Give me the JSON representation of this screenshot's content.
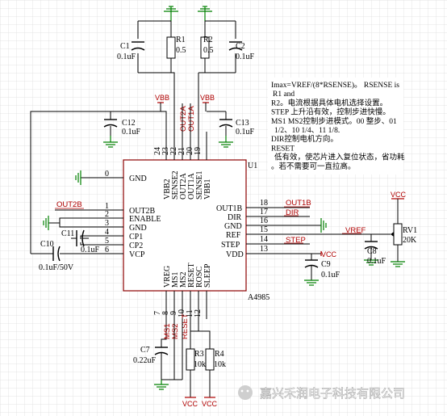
{
  "chip": {
    "ref": "U1",
    "part": "A4985"
  },
  "top_caps": {
    "c1": [
      "C1",
      "0.1uF"
    ],
    "c2": [
      "C2",
      "0.1uF"
    ],
    "r1": [
      "R1",
      "0.5"
    ],
    "r2": [
      "R2",
      "0.5"
    ]
  },
  "caps_mid": {
    "c12": [
      "C12",
      "0.1uF"
    ],
    "c13": [
      "C13",
      "0.1uF"
    ]
  },
  "nets": {
    "vbb": "VBB",
    "out2a": "OUT2A",
    "out1a": "OUT1A",
    "out2b": "OUT2B",
    "out1b": "OUT1B",
    "dir": "DIR",
    "step": "STEP",
    "vref": "VREF",
    "ms1": "MS1",
    "ms2": "MS2",
    "reset": "RESET",
    "vcc": "VCC"
  },
  "left_pins": [
    {
      "num": "0",
      "name": "GND"
    },
    {
      "num": "1",
      "name": "OUT2B"
    },
    {
      "num": "2",
      "name": "ENABLE"
    },
    {
      "num": "3",
      "name": "GND"
    },
    {
      "num": "4",
      "name": "CP1"
    },
    {
      "num": "5",
      "name": "CP2"
    },
    {
      "num": "6",
      "name": "VCP"
    }
  ],
  "right_pins": [
    {
      "num": "18",
      "name": "OUT1B"
    },
    {
      "num": "17",
      "name": "DIR"
    },
    {
      "num": "16",
      "name": "GND"
    },
    {
      "num": "15",
      "name": "REF"
    },
    {
      "num": "14",
      "name": "STEP"
    },
    {
      "num": "13",
      "name": "VDD"
    }
  ],
  "top_pins": [
    {
      "num": "24",
      "name": "VBB2"
    },
    {
      "num": "23",
      "name": "SENSE2"
    },
    {
      "num": "22",
      "name": "OUT2A"
    },
    {
      "num": "21",
      "name": "OUT1A"
    },
    {
      "num": "20",
      "name": "SENSE1"
    },
    {
      "num": "19",
      "name": "VBB1"
    }
  ],
  "bottom_pins": [
    {
      "num": "7",
      "name": "VREG"
    },
    {
      "num": "8",
      "name": "MS1"
    },
    {
      "num": "9",
      "name": "MS2"
    },
    {
      "num": "10",
      "name": "RESET"
    },
    {
      "num": "11",
      "name": "ROSC"
    },
    {
      "num": "12",
      "name": "SLEEP"
    }
  ],
  "left_parts": {
    "c10": [
      "C10",
      "0.1uF/50V"
    ],
    "c11": [
      "C11",
      "0.1uF"
    ]
  },
  "right_parts": {
    "rv1": [
      "RV1",
      "20K"
    ],
    "c8": [
      "C8",
      "0.1uF"
    ],
    "c9": [
      "C9",
      "0.1uF"
    ]
  },
  "bottom_parts": {
    "c7": [
      "C7",
      "0.22uF"
    ],
    "r3": [
      "R3",
      "10k"
    ],
    "r4": [
      "R4",
      "10k"
    ]
  },
  "note_lines": [
    "Imax=VREF/(8*RSENSE)。 RSENSE is",
    "R1 and",
    "R2。电流根据具体电机选择设置。",
    "STEP 上升沿有效，控制步进快慢。",
    "MS1 MS2控制步进模式。00 整步、01",
    "1/2、10 1/4、11 1/8.",
    "DIR控制电机方向。",
    "RESET",
    "低有效，使芯片进入复位状态，省功耗",
    "。若不需要可一直拉高。"
  ],
  "watermark": "嘉兴禾润电子科技有限公司"
}
